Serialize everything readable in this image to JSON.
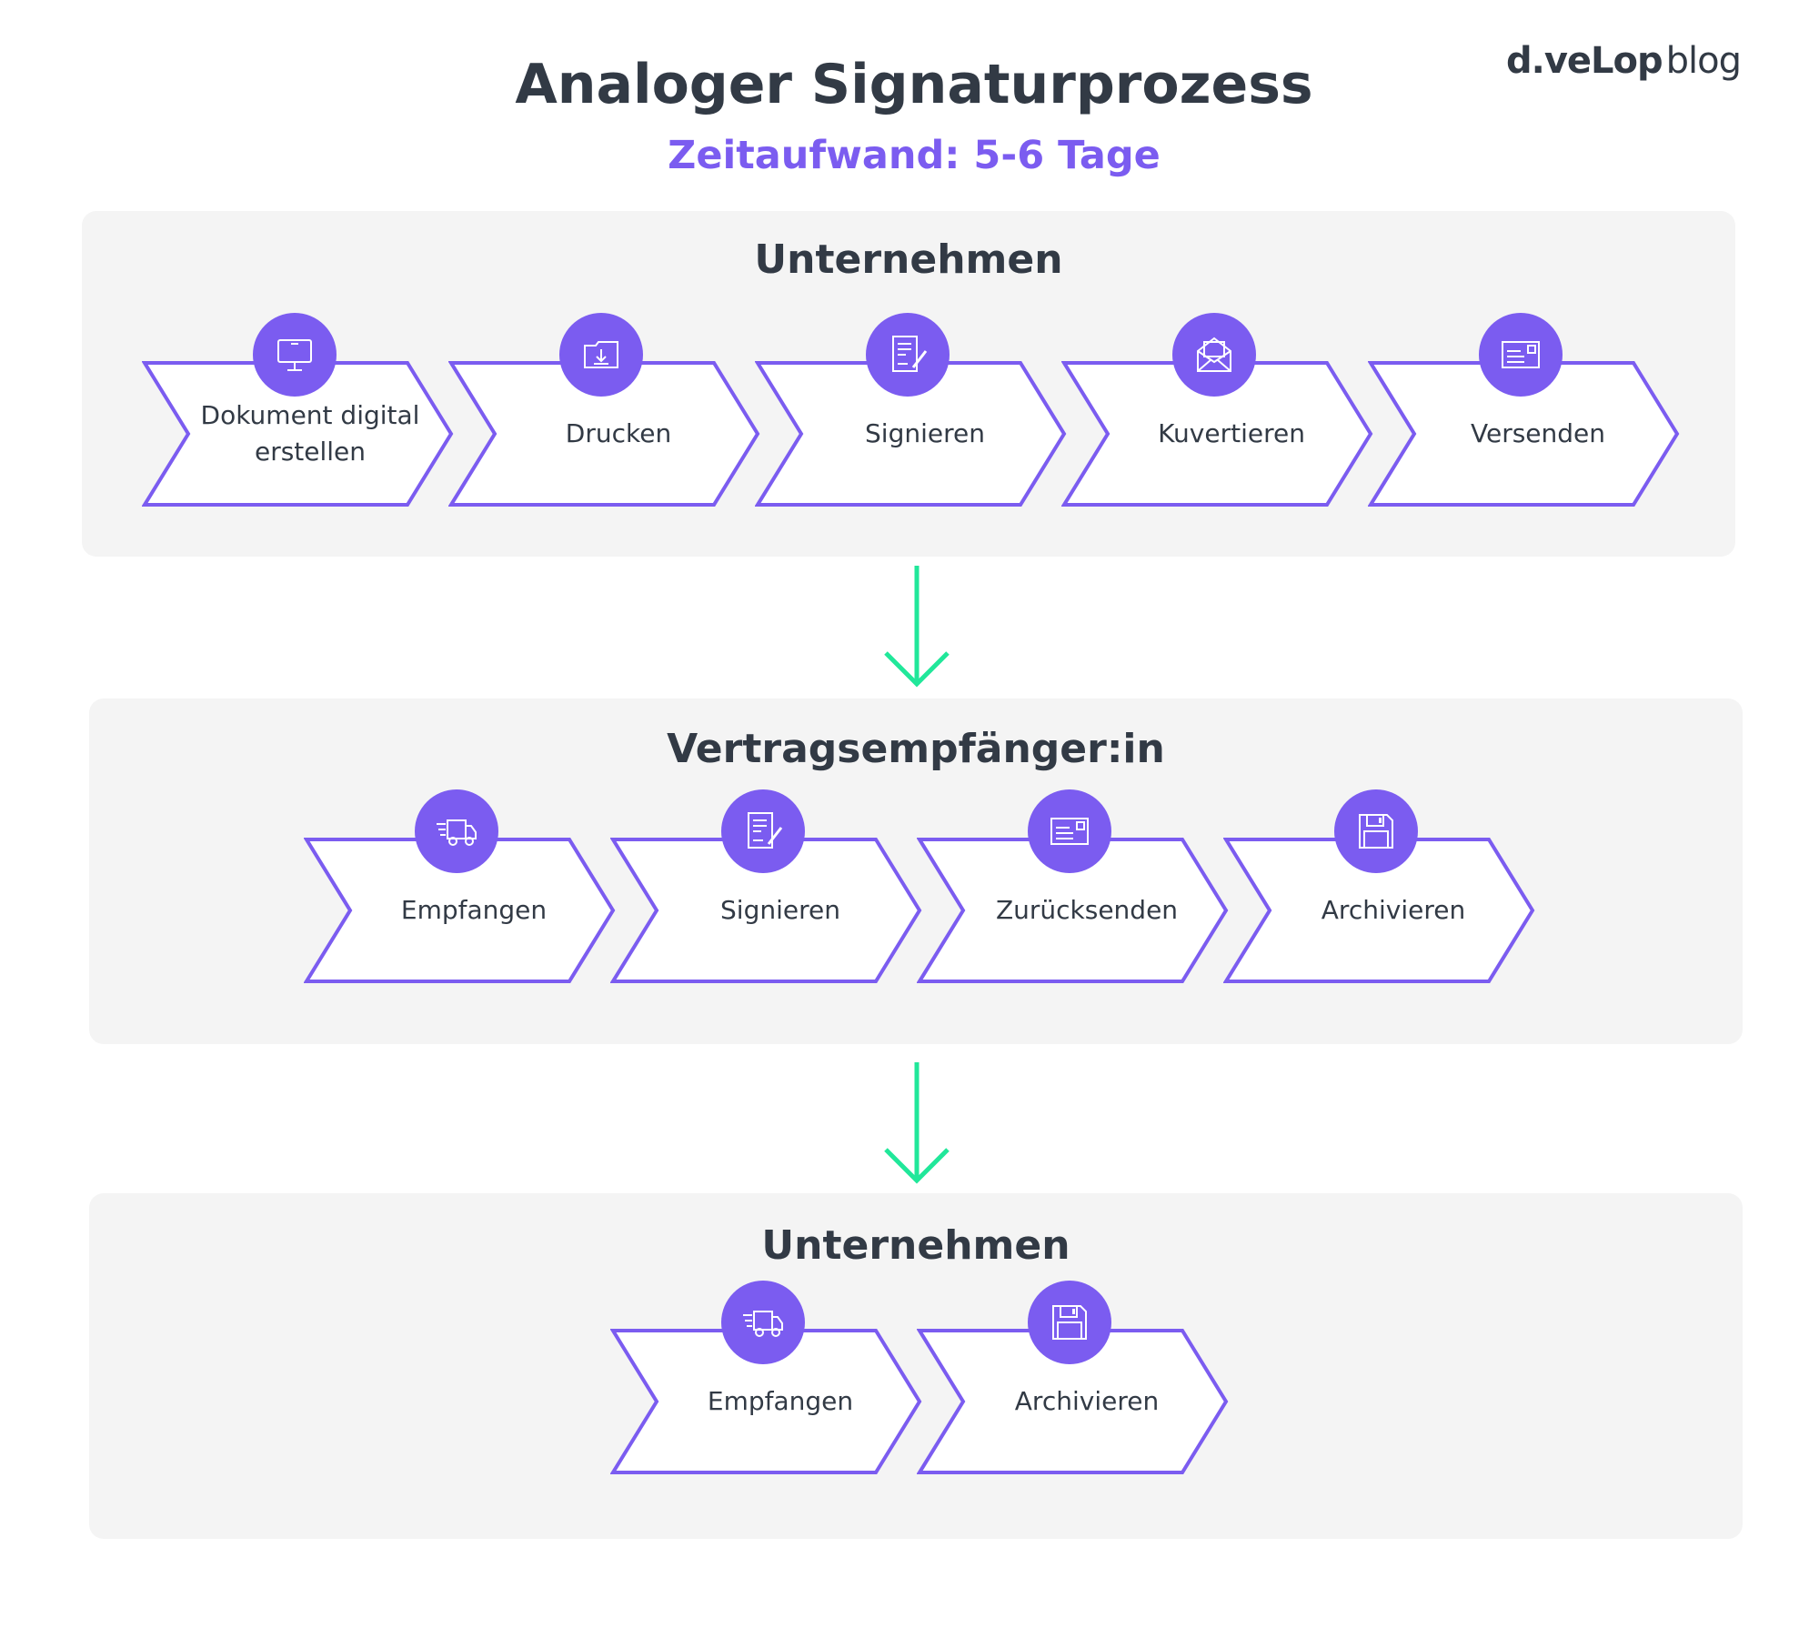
{
  "header": {
    "title": "Analoger Signaturprozess",
    "subtitle": "Zeitaufwand: 5-6 Tage",
    "logo_brand": "d.veLop",
    "logo_suffix": "blog"
  },
  "colors": {
    "accent": "#7b5cf0",
    "arrow": "#21e79a",
    "panel": "#f4f4f4",
    "text": "#323a45"
  },
  "panels": [
    {
      "title": "Unternehmen",
      "steps": [
        {
          "label": "Dokument digital erstellen",
          "icon": "monitor-icon"
        },
        {
          "label": "Drucken",
          "icon": "print-download-icon"
        },
        {
          "label": "Signieren",
          "icon": "document-sign-icon"
        },
        {
          "label": "Kuvertieren",
          "icon": "envelope-open-icon"
        },
        {
          "label": "Versenden",
          "icon": "letter-stamp-icon"
        }
      ]
    },
    {
      "title": "Vertragsempfänger:in",
      "steps": [
        {
          "label": "Empfangen",
          "icon": "delivery-truck-icon"
        },
        {
          "label": "Signieren",
          "icon": "document-sign-icon"
        },
        {
          "label": "Zurücksenden",
          "icon": "letter-stamp-icon"
        },
        {
          "label": "Archivieren",
          "icon": "floppy-disk-icon"
        }
      ]
    },
    {
      "title": "Unternehmen",
      "steps": [
        {
          "label": "Empfangen",
          "icon": "delivery-truck-icon"
        },
        {
          "label": "Archivieren",
          "icon": "floppy-disk-icon"
        }
      ]
    }
  ]
}
